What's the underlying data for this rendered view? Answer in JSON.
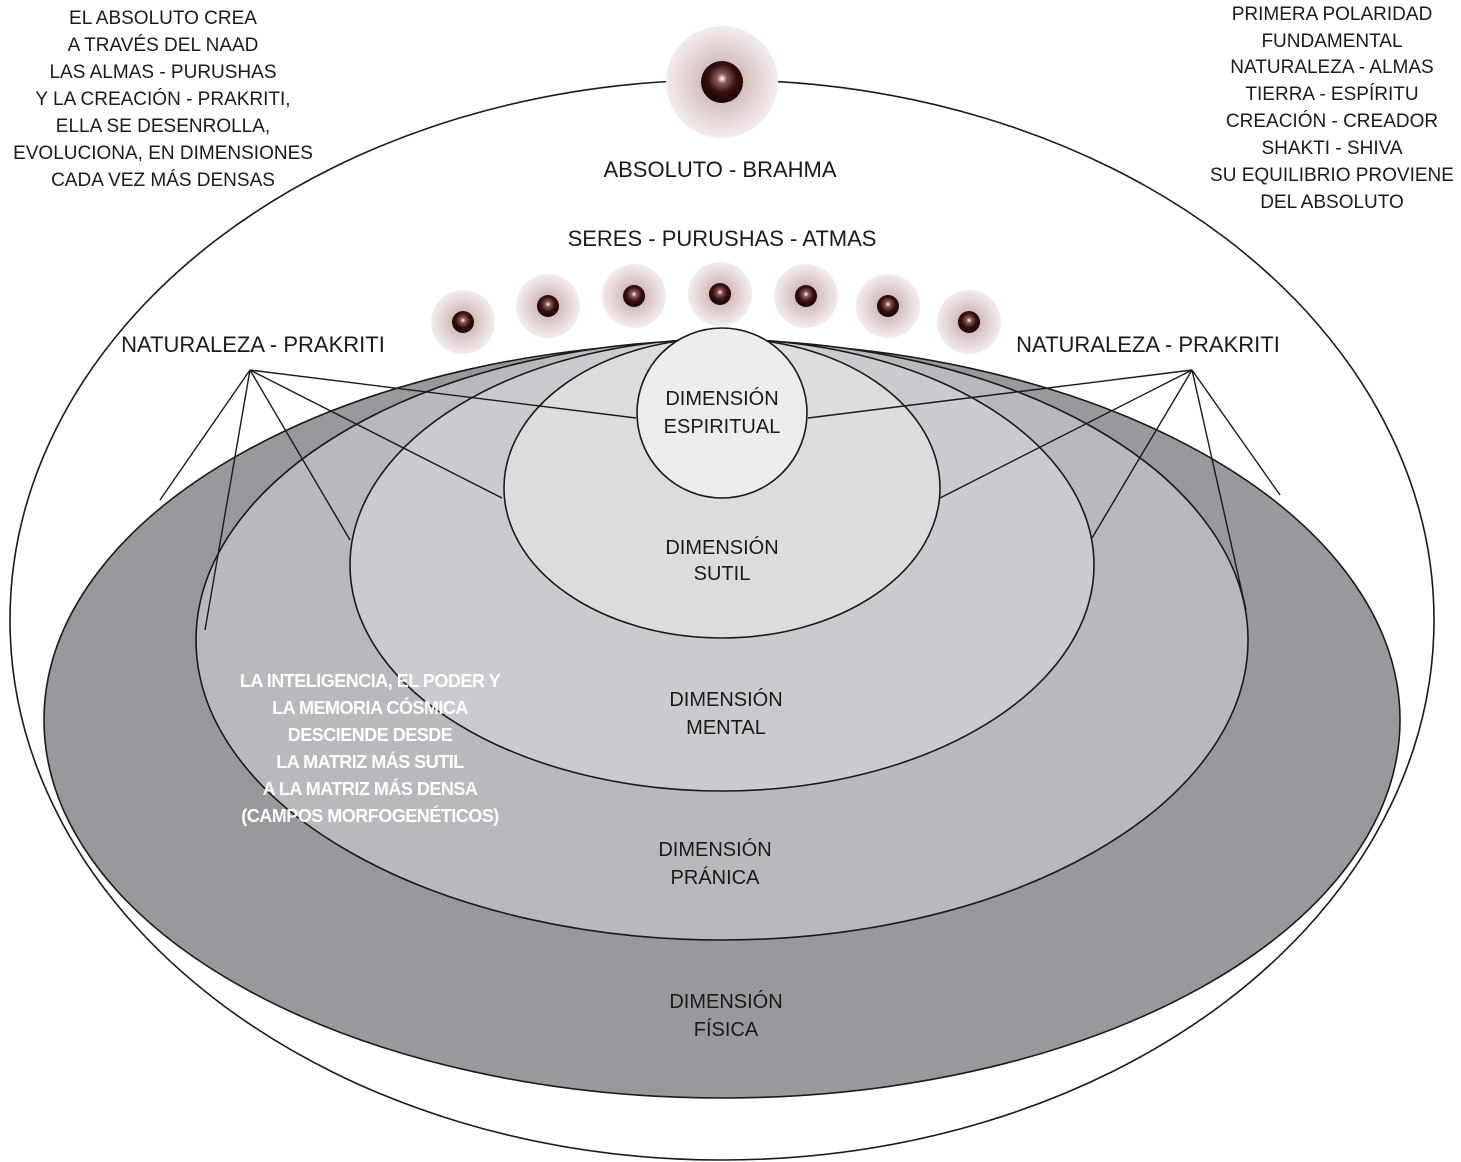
{
  "top_left_note": [
    "EL ABSOLUTO  CREA",
    "A TRAVÉS DEL NAAD",
    "LAS ALMAS - PURUSHAS",
    "Y  LA CREACIÓN - PRAKRITI,",
    "ELLA SE DESENROLLA,",
    "EVOLUCIONA, EN DIMENSIONES",
    "CADA VEZ MÁS DENSAS"
  ],
  "top_right_note": [
    "PRIMERA POLARIDAD",
    "FUNDAMENTAL",
    "NATURALEZA - ALMAS",
    "TIERRA - ESPÍRITU",
    "CREACIÓN - CREADOR",
    "SHAKTI - SHIVA",
    "SU EQUILIBRIO PROVIENE",
    "DEL ABSOLUTO"
  ],
  "absolute_label": "ABSOLUTO - BRAHMA",
  "beings_label": "SERES - PURUSHAS - ATMAS",
  "nature_left_label": "NATURALEZA - PRAKRITI",
  "nature_right_label": "NATURALEZA - PRAKRITI",
  "dimensions": [
    {
      "line1": "DIMENSIÓN",
      "line2": "ESPIRITUAL",
      "color": "#ececee"
    },
    {
      "line1": "DIMENSIÓN",
      "line2": "SUTIL",
      "color": "#dcdcdf"
    },
    {
      "line1": "DIMENSIÓN",
      "line2": "MENTAL",
      "color": "#cbcbcf"
    },
    {
      "line1": "DIMENSIÓN",
      "line2": "PRÁNICA",
      "color": "#b9b9bd"
    },
    {
      "line1": "DIMENSIÓN",
      "line2": "FÍSICA",
      "color": "#99999d"
    }
  ],
  "intelligence_note": [
    "LA INTELIGENCIA, EL PODER Y",
    "LA MEMORIA CÓSMICA",
    "DESCIENDE DESDE",
    "LA MATRIZ MÁS SUTIL",
    "A LA MATRIZ MÁS DENSA",
    "(CAMPOS MORFOGENÉTICOS)"
  ],
  "colors": {
    "orb_core": "#3a0f12",
    "orb_halo": "#e8d9d9",
    "outline": "#1a1a1a"
  },
  "icons": {
    "absolute": "glowing-orb-icon",
    "beings": "glowing-orb-icon"
  }
}
